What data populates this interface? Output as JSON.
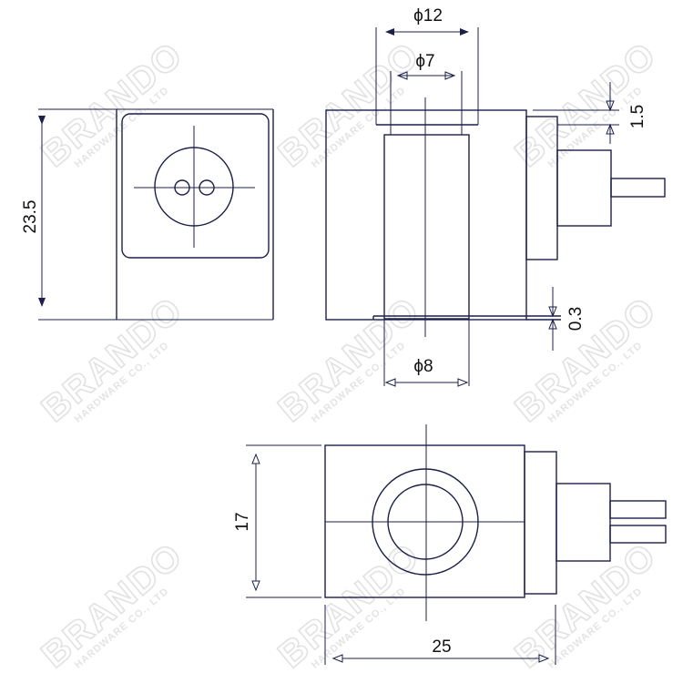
{
  "watermark": {
    "brand": "BRANDO",
    "subtitle": "HARDWARE CO., LTD"
  },
  "colors": {
    "line": "#1c1f4a",
    "watermark": "#e2e2e2"
  },
  "dimensions": {
    "height": "23.5",
    "outer_diameter": "ϕ12",
    "inner_diameter": "ϕ7",
    "bore_diameter": "ϕ8",
    "top_offset": "1.5",
    "bottom_offset": "0.3",
    "width": "17",
    "length": "25"
  }
}
